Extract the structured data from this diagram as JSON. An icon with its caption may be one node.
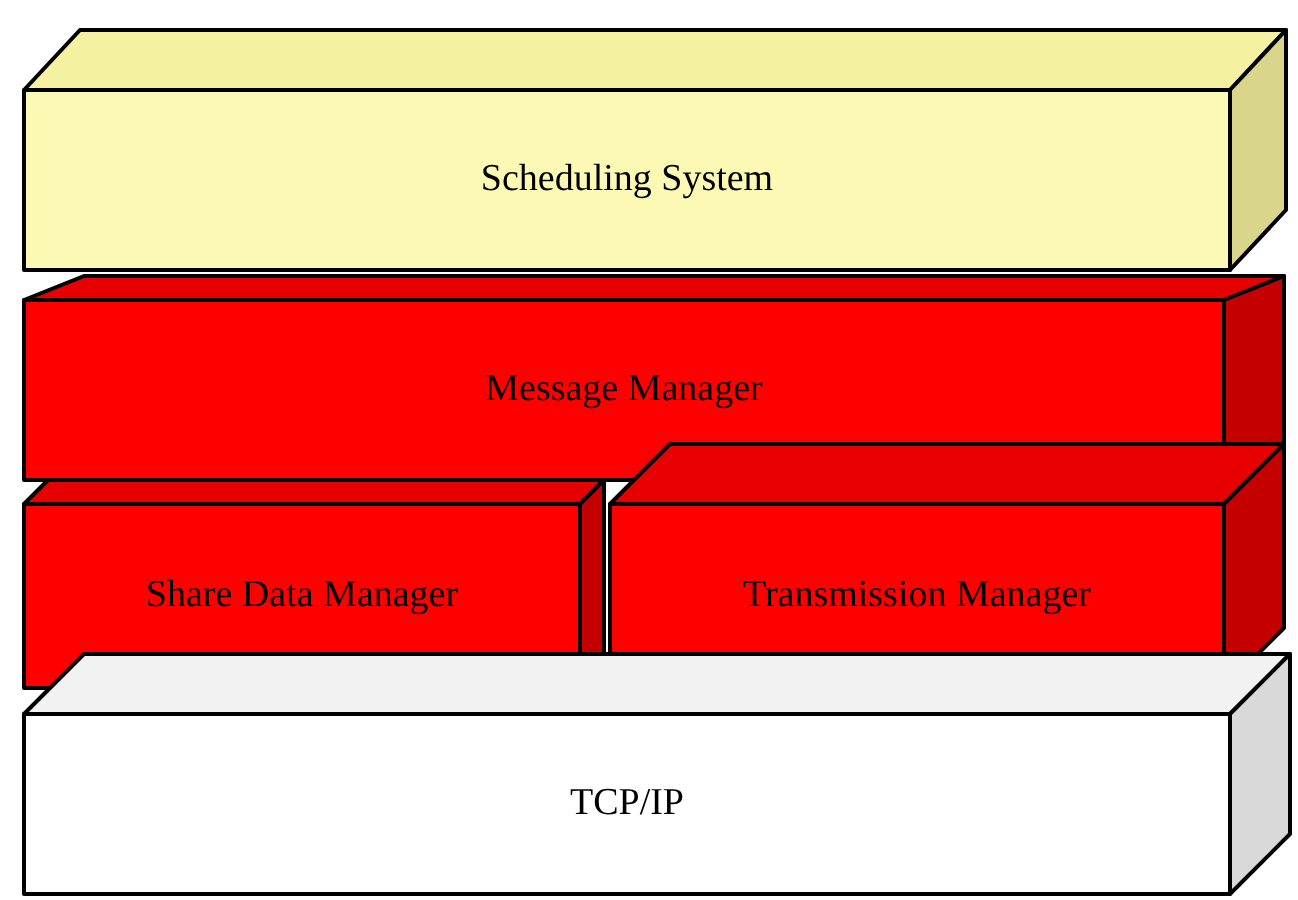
{
  "diagram": {
    "nodes": [
      {
        "text": [
          "Scheduling System"
        ]
      },
      {
        "text": [
          "Message Manager"
        ]
      },
      {
        "text": [
          "Share Data Manager"
        ]
      },
      {
        "text": [
          "Transmission Manager"
        ]
      },
      {
        "text": [
          "TCP/IP"
        ]
      }
    ]
  }
}
